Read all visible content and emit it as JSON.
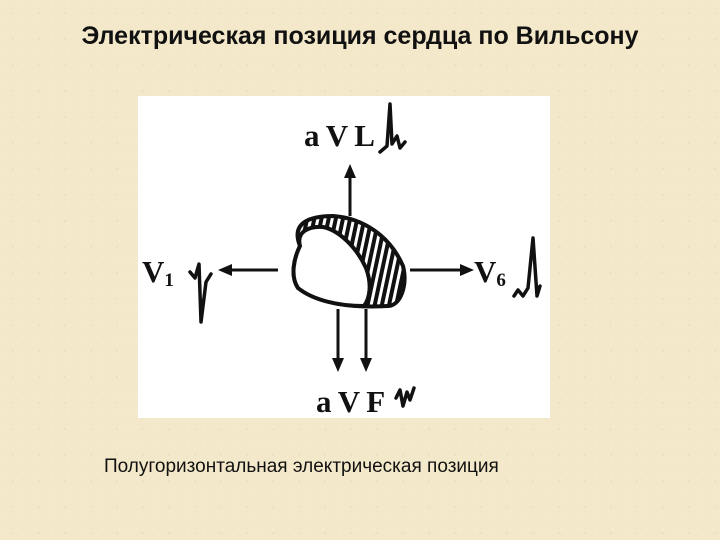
{
  "title": "Электрическая позиция сердца по Вильсону",
  "diagram": {
    "leads": {
      "avl": "a V L",
      "v1_main": "V",
      "v1_sub": "1",
      "v6_main": "V",
      "v6_sub": "6",
      "avf": "a V F"
    }
  },
  "caption": "Полугоризонтальная электрическая позиция"
}
